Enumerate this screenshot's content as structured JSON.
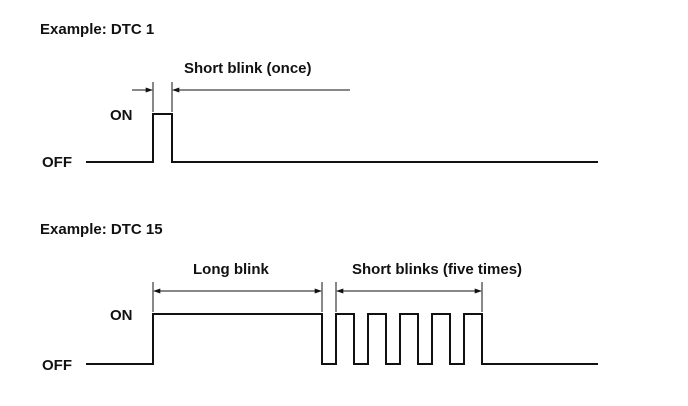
{
  "examples": [
    {
      "title": "Example: DTC 1",
      "on_label": "ON",
      "off_label": "OFF",
      "annotations": {
        "short_blink": "Short blink (once)"
      }
    },
    {
      "title": "Example: DTC 15",
      "on_label": "ON",
      "off_label": "OFF",
      "annotations": {
        "long_blink": "Long blink",
        "short_blinks": "Short blinks (five times)"
      }
    }
  ],
  "colors": {
    "line": "#111111",
    "background": "#ffffff"
  }
}
